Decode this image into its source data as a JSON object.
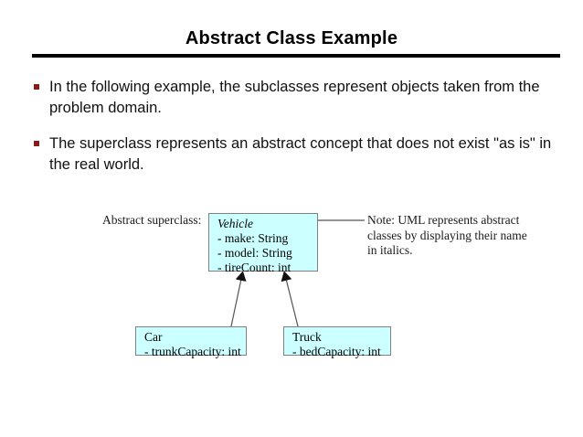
{
  "slide": {
    "title": "Abstract Class Example",
    "bullets": [
      "In the following example, the subclasses represent objects taken from the problem domain.",
      "The superclass represents an abstract concept that does not exist \"as is\" in the real world."
    ]
  },
  "diagram": {
    "superclass_label": "Abstract superclass:",
    "note": "Note: UML represents abstract classes by displaying their name in italics.",
    "classes": {
      "vehicle": {
        "name": "Vehicle",
        "abstract": true,
        "attributes": [
          "- make: String",
          "- model: String",
          "- tireCount: int"
        ]
      },
      "car": {
        "name": "Car",
        "abstract": false,
        "attributes": [
          "- trunkCapacity: int"
        ]
      },
      "truck": {
        "name": "Truck",
        "abstract": false,
        "attributes": [
          "- bedCapacity: int"
        ]
      }
    }
  },
  "colors": {
    "class_box_fill": "#CCFFFF",
    "class_box_border": "#808080",
    "bullet_marker": "#8B1A1A",
    "rule": "#000000",
    "line": "#555555"
  }
}
